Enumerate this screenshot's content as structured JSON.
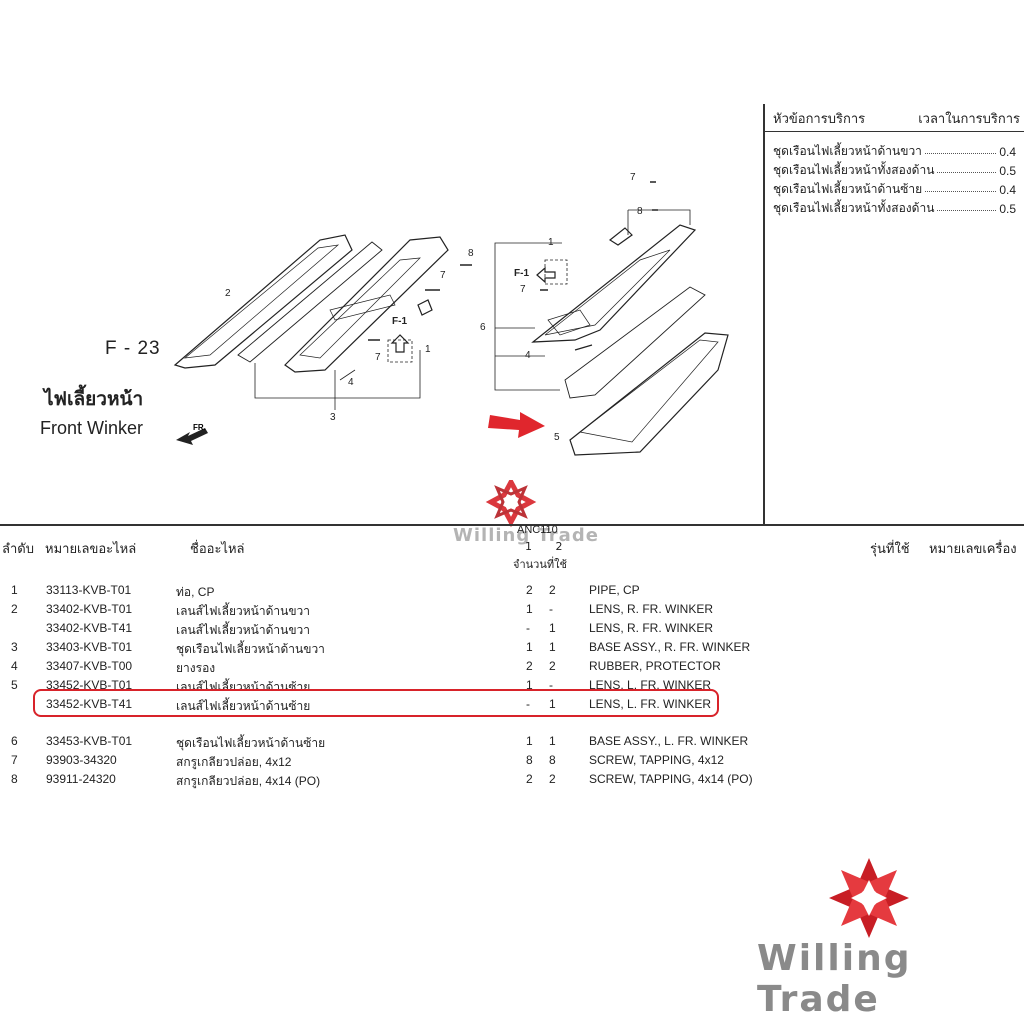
{
  "figure": {
    "code": "F - 23",
    "title_th": "ไฟเลี้ยวหน้า",
    "title_en": "Front Winker",
    "detail_label": "F-1",
    "fr_label": "FR.",
    "callouts": [
      "1",
      "2",
      "3",
      "4",
      "5",
      "6",
      "7",
      "8"
    ]
  },
  "service": {
    "header_left": "หัวข้อการบริการ",
    "header_right": "เวลาในการบริการ",
    "items": [
      {
        "name": "ชุดเรือนไฟเลี้ยวหน้าด้านขวา",
        "time": "0.4"
      },
      {
        "name": "ชุดเรือนไฟเลี้ยวหน้าทั้งสองด้าน",
        "time": "0.5"
      },
      {
        "name": "ชุดเรือนไฟเลี้ยวหน้าด้านซ้าย",
        "time": "0.4"
      },
      {
        "name": "ชุดเรือนไฟเลี้ยวหน้าทั้งสองด้าน",
        "time": "0.5"
      }
    ]
  },
  "table": {
    "headers": {
      "index": "ลำดับ",
      "part_no": "หมายเลขอะไหล่",
      "part_name": "ชื่ออะไหล่",
      "model_code": "ANC110",
      "qty_cols": "1  2",
      "qty_label": "จำนวนที่ใช้",
      "model_used": "รุ่นที่ใช้",
      "engine_no": "หมายเลขเครื่อง"
    },
    "rows": [
      {
        "no": "1",
        "part": "33113-KVB-T01",
        "name_th": "ท่อ, CP",
        "q1": "2",
        "q2": "2",
        "name_en": "PIPE, CP"
      },
      {
        "no": "2",
        "part": "33402-KVB-T01",
        "name_th": "เลนส์ไฟเลี้ยวหน้าด้านขวา",
        "q1": "1",
        "q2": "-",
        "name_en": "LENS, R. FR. WINKER"
      },
      {
        "no": "",
        "part": "33402-KVB-T41",
        "name_th": "เลนส์ไฟเลี้ยวหน้าด้านขวา",
        "q1": "-",
        "q2": "1",
        "name_en": "LENS, R. FR. WINKER"
      },
      {
        "no": "3",
        "part": "33403-KVB-T01",
        "name_th": "ชุดเรือนไฟเลี้ยวหน้าด้านขวา",
        "q1": "1",
        "q2": "1",
        "name_en": "BASE ASSY., R. FR. WINKER"
      },
      {
        "no": "4",
        "part": "33407-KVB-T00",
        "name_th": "ยางรอง",
        "q1": "2",
        "q2": "2",
        "name_en": "RUBBER, PROTECTOR"
      },
      {
        "no": "5",
        "part": "33452-KVB-T01",
        "name_th": "เลนส์ไฟเลี้ยวหน้าด้านซ้าย",
        "q1": "1",
        "q2": "-",
        "name_en": "LENS, L. FR. WINKER"
      },
      {
        "no": "",
        "part": "33452-KVB-T41",
        "name_th": "เลนส์ไฟเลี้ยวหน้าด้านซ้าย",
        "q1": "-",
        "q2": "1",
        "name_en": "LENS, L. FR. WINKER"
      },
      {
        "no": "6",
        "part": "33453-KVB-T01",
        "name_th": "ชุดเรือนไฟเลี้ยวหน้าด้านซ้าย",
        "q1": "1",
        "q2": "1",
        "name_en": "BASE ASSY., L. FR. WINKER"
      },
      {
        "no": "7",
        "part": "93903-34320",
        "name_th": "สกรูเกลียวปล่อย, 4x12",
        "q1": "8",
        "q2": "8",
        "name_en": "SCREW, TAPPING, 4x12"
      },
      {
        "no": "8",
        "part": "93911-24320",
        "name_th": "สกรูเกลียวปล่อย, 4x14 (PO)",
        "q1": "2",
        "q2": "2",
        "name_en": "SCREW, TAPPING, 4x14 (PO)"
      }
    ]
  },
  "brand": {
    "name": "Willing Trade",
    "accent": "#d8232a"
  }
}
